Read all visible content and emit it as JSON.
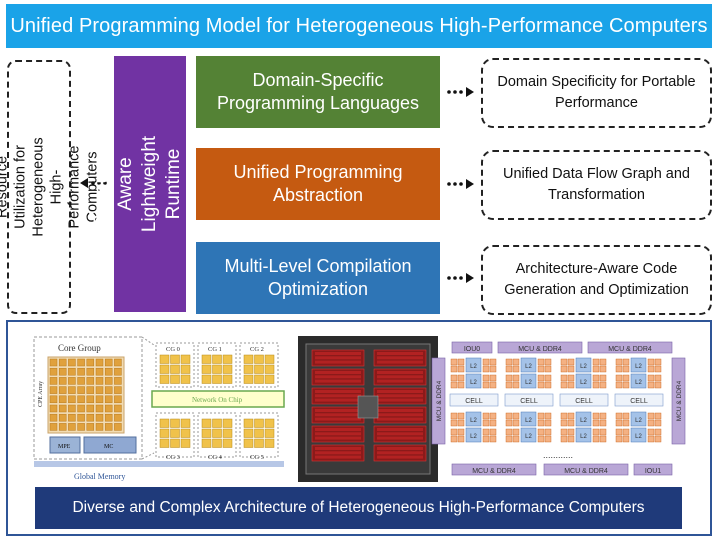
{
  "title": "Unified Programming Model for Heterogeneous High-Performance Computers",
  "left_goal": "Increase the Resource Utilization for Heterogeneous High-Performance Computers",
  "scheduler": "Resource-Aware Lightweight Runtime Scheduler",
  "layers": [
    {
      "label": "Domain-Specific Programming Languages",
      "color": "#548235"
    },
    {
      "label": "Unified Programming Abstraction",
      "color": "#c55a11"
    },
    {
      "label": "Multi-Level Compilation Optimization",
      "color": "#2e75b6"
    }
  ],
  "outcomes": [
    "Domain Specificity  for Portable Performance",
    "Unified Data Flow Graph and Transformation",
    "Architecture-Aware Code Generation and Optimization"
  ],
  "bottom_label": "Diverse and Complex Architecture of Heterogeneous High-Performance Computers",
  "arch1": {
    "core_group": "Core Group",
    "cpe_array": "CPE Array",
    "mpe": "MPE",
    "mc": "MC",
    "cg_labels": [
      "CG 0",
      "CG 1",
      "CG 2",
      "CG 3",
      "CG 4",
      "CG 5"
    ],
    "noc": "Network On Chip",
    "global_memory": "Global Memory"
  },
  "arch3": {
    "iou0": "IOU0",
    "iou1": "IOU1",
    "mcu_ddr4": "MCU & DDR4",
    "cell": "CELL",
    "c": "C",
    "l2": "L2",
    "ellipsis": "............"
  }
}
